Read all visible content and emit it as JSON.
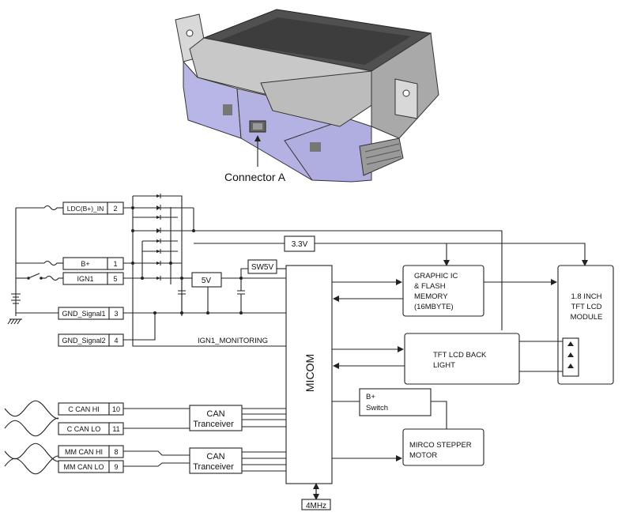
{
  "photo": {
    "callout": "Connector A"
  },
  "pins": [
    {
      "label": "LDC(B+)_IN",
      "number": "2"
    },
    {
      "label": "B+",
      "number": "1"
    },
    {
      "label": "IGN1",
      "number": "5"
    },
    {
      "label": "GND_Signal1",
      "number": "3"
    },
    {
      "label": "GND_Signal2",
      "number": "4"
    },
    {
      "label": "C CAN HI",
      "number": "10"
    },
    {
      "label": "C CAN LO",
      "number": "11"
    },
    {
      "label": "MM CAN HI",
      "number": "8"
    },
    {
      "label": "MM CAN LO",
      "number": "9"
    }
  ],
  "regulators": {
    "v33": "3.3V",
    "v5": "5V",
    "sw5v": "SW5V"
  },
  "micom": "MICOM",
  "ign_monitor": "IGN1_MONITORING",
  "clock": "4MHz",
  "blocks": {
    "graphic_ic": [
      "GRAPHIC IC",
      "& FLASH",
      "MEMORY",
      "(16MBYTE)"
    ],
    "tft_module": [
      "1.8 INCH",
      "TFT LCD",
      "MODULE"
    ],
    "backlight": [
      "TFT LCD BACK",
      "LIGHT"
    ],
    "bplus_switch": [
      "B+",
      "Switch"
    ],
    "stepper": [
      "MIRCO STEPPER",
      "MOTOR"
    ],
    "can1": [
      "CAN",
      "Tranceiver"
    ],
    "can2": [
      "CAN",
      "Tranceiver"
    ]
  }
}
